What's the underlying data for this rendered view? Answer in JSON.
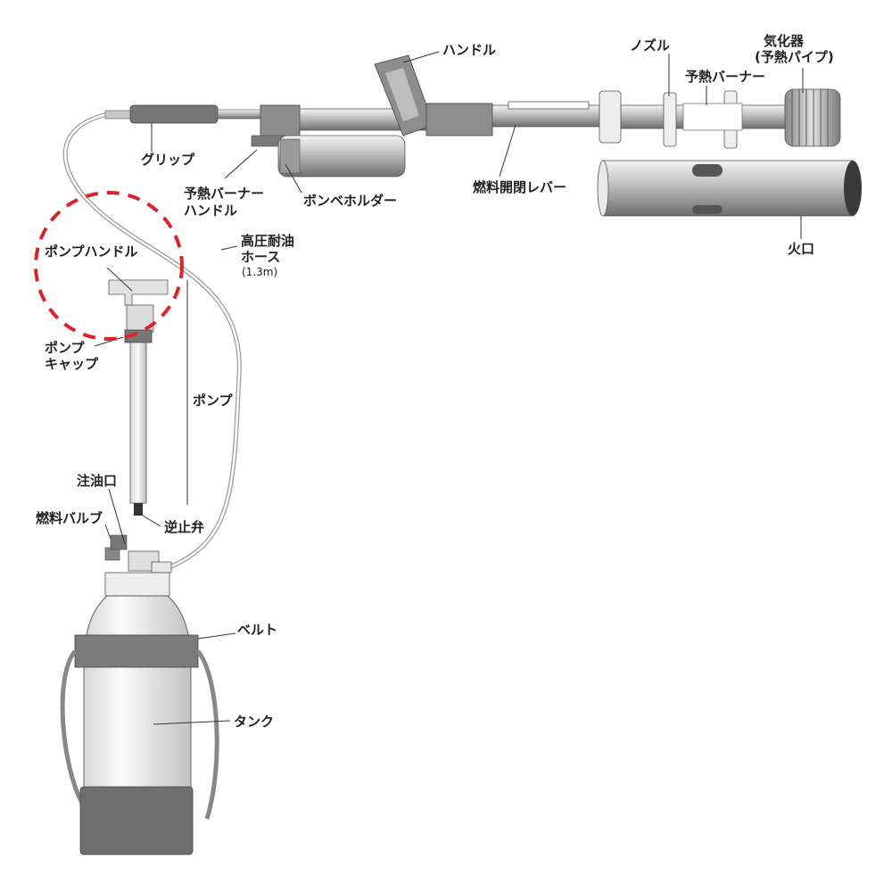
{
  "labels": {
    "handle": "ハンドル",
    "nozzle": "ノズル",
    "vaporizer_1": "気化器",
    "vaporizer_2": "(予熱パイプ)",
    "preheat_burner": "予熱バーナー",
    "grip": "グリップ",
    "preheat_handle_1": "予熱バーナー",
    "preheat_handle_2": "ハンドル",
    "cylinder_holder": "ボンベホルダー",
    "fuel_lever": "燃料開閉レバー",
    "fire_port": "火口",
    "hose_1": "高圧耐油",
    "hose_2": "ホース",
    "hose_length": "(1.3m)",
    "pump_handle": "ポンプハンドル",
    "pump_cap_1": "ポンプ",
    "pump_cap_2": "キャップ",
    "pump": "ポンプ",
    "fill_port": "注油口",
    "fuel_valve": "燃料バルブ",
    "check_valve": "逆止弁",
    "belt": "ベルト",
    "tank": "タンク"
  },
  "highlight": {
    "color": "#d9242b",
    "style": "dashed",
    "target": "ポンプハンドル"
  }
}
